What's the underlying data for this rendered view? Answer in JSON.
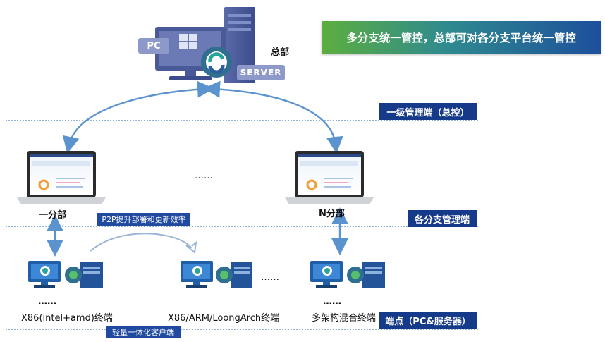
{
  "banner": "多分支统一管控，总部可对各分支平台统一管控",
  "hq": {
    "label": "总部",
    "pc_badge": "PC",
    "server_badge": "SERVER"
  },
  "tiers": {
    "level1": "一级管理端（总控）",
    "branch": "各分支管理端",
    "endpoint": "端点（PC&服务器）"
  },
  "branches": {
    "first": "一分部",
    "ellipsis": "……",
    "nth": "N分部"
  },
  "p2p_note": "P2P提升部署和更新效率",
  "endpoints": {
    "group1_dots": "……",
    "group1_label": "X86(intel+amd)终端",
    "group2_label": "X86/ARM/LoongArch终端",
    "group2_between": "……",
    "group3_dots": "……",
    "group3_label": "多架构混合终端"
  },
  "client_note": "轻量一体化客户端",
  "colors": {
    "banner_start": "#5cae3e",
    "banner_end": "#1d4f9c",
    "tier_tag": "#163a8a",
    "arrow": "#5b93cf",
    "dotted_line": "#8fb3d9"
  }
}
